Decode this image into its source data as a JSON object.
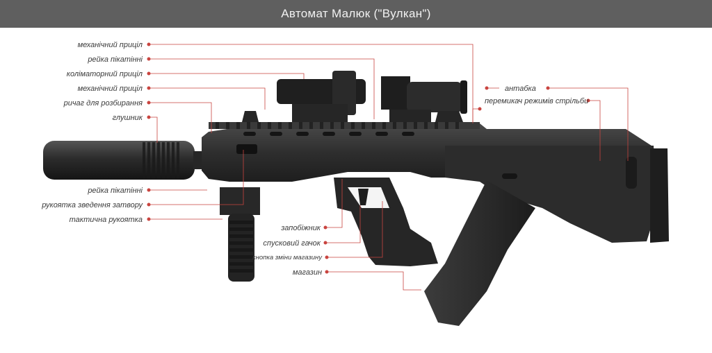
{
  "title": "Автомат Малюк (\"Вулкан\")",
  "colors": {
    "header_bg": "#5f5f5f",
    "header_text": "#f2f2f2",
    "leader": "#c9443f",
    "label_text": "#3a3a3a",
    "weapon_dark": "#2a2a2a",
    "weapon_mid": "#3a3a3a"
  },
  "labels_left": [
    "механічний приціл",
    "рейка пікатінні",
    "коліматорний приціл",
    "механічний приціл",
    "ричаг для розбирання",
    "глушник",
    "рейка пікатінні",
    "рукоятка зведення затвору",
    "тактична рукоятка"
  ],
  "labels_bottom": [
    "запобіжник",
    "спусковий гачок",
    "кнопка зміни магазину",
    "магазин"
  ],
  "labels_right": [
    "антабка",
    "перемикач режимів стрільби"
  ]
}
